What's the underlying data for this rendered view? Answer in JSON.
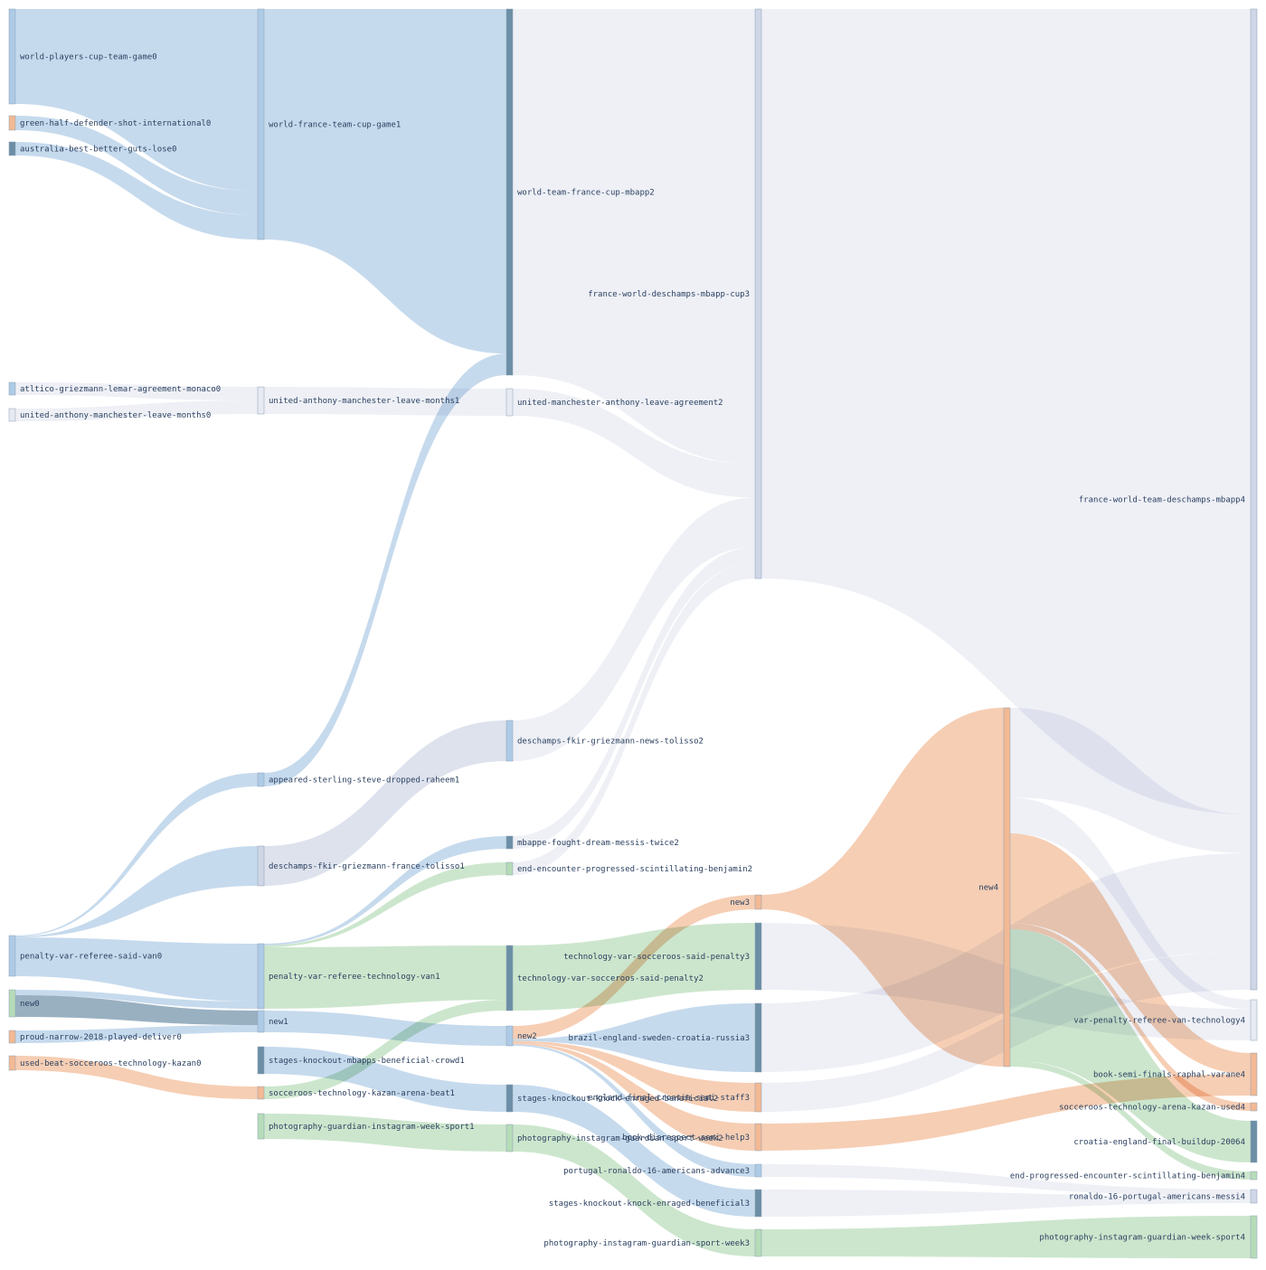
{
  "colors": {
    "blue": "#aecbe6",
    "blue_dark": "#6d8fa6",
    "orange": "#f2b994",
    "green": "#b6dbb8",
    "lavender": "#e7eaf2",
    "slate": "#cfd6e6",
    "label": "#2a3f5f"
  },
  "chart_data": {
    "type": "sankey",
    "nodes": [
      {
        "id": "n0",
        "label": "world-players-cup-team-game0",
        "color": "#aecbe6"
      },
      {
        "id": "n1",
        "label": "green-half-defender-shot-international0",
        "color": "#f2b994"
      },
      {
        "id": "n2",
        "label": "australia-best-better-guts-lose0",
        "color": "#6d8fa6"
      },
      {
        "id": "n3",
        "label": "atltico-griezmann-lemar-agreement-monaco0",
        "color": "#aecbe6"
      },
      {
        "id": "n4",
        "label": "united-anthony-manchester-leave-months0",
        "color": "#e7eaf2"
      },
      {
        "id": "n5",
        "label": "penalty-var-referee-said-van0",
        "color": "#aecbe6"
      },
      {
        "id": "n6",
        "label": "new0",
        "color": "#b6dbb8"
      },
      {
        "id": "n7",
        "label": "proud-narrow-2018-played-deliver0",
        "color": "#f2b994"
      },
      {
        "id": "n8",
        "label": "used-beat-socceroos-technology-kazan0",
        "color": "#f2b994"
      },
      {
        "id": "n9",
        "label": "world-france-team-cup-game1",
        "color": "#aecbe6"
      },
      {
        "id": "n10",
        "label": "united-anthony-manchester-leave-months1",
        "color": "#e7eaf2"
      },
      {
        "id": "n11",
        "label": "appeared-sterling-steve-dropped-raheem1",
        "color": "#aecbe6"
      },
      {
        "id": "n12",
        "label": "deschamps-fkir-griezmann-france-tolisso1",
        "color": "#cfd6e6"
      },
      {
        "id": "n13",
        "label": "penalty-var-referee-technology-van1",
        "color": "#aecbe6"
      },
      {
        "id": "n14",
        "label": "new1",
        "color": "#aecbe6"
      },
      {
        "id": "n15",
        "label": "stages-knockout-mbapps-beneficial-crowd1",
        "color": "#6d8fa6"
      },
      {
        "id": "n16",
        "label": "socceroos-technology-kazan-arena-beat1",
        "color": "#f2b994"
      },
      {
        "id": "n17",
        "label": "photography-guardian-instagram-week-sport1",
        "color": "#b6dbb8"
      },
      {
        "id": "n18",
        "label": "world-team-france-cup-mbapp2",
        "color": "#6d8fa6"
      },
      {
        "id": "n19",
        "label": "united-manchester-anthony-leave-agreement2",
        "color": "#e7eaf2"
      },
      {
        "id": "n20",
        "label": "deschamps-fkir-griezmann-news-tolisso2",
        "color": "#aecbe6"
      },
      {
        "id": "n21",
        "label": "mbappe-fought-dream-messis-twice2",
        "color": "#6d8fa6"
      },
      {
        "id": "n22",
        "label": "end-encounter-progressed-scintillating-benjamin2",
        "color": "#b6dbb8"
      },
      {
        "id": "n23",
        "label": "technology-var-socceroos-said-penalty2",
        "color": "#6d8fa6"
      },
      {
        "id": "n24",
        "label": "new2",
        "color": "#aecbe6"
      },
      {
        "id": "n25",
        "label": "stages-knockout-knock-enraged-beneficial2",
        "color": "#6d8fa6"
      },
      {
        "id": "n26",
        "label": "photography-instagram-guardian-sport-week2",
        "color": "#b6dbb8"
      },
      {
        "id": "n27",
        "label": "france-world-deschamps-mbapp-cup3",
        "color": "#cfd6e6"
      },
      {
        "id": "n28",
        "label": "new3",
        "color": "#f2b994"
      },
      {
        "id": "n29",
        "label": "technology-var-socceroos-said-penalty3",
        "color": "#6d8fa6"
      },
      {
        "id": "n30",
        "label": "brazil-england-sweden-croatia-russia3",
        "color": "#6d8fa6"
      },
      {
        "id": "n31",
        "label": "england-final-croatia-semi-staff3",
        "color": "#f2b994"
      },
      {
        "id": "n32",
        "label": "book-disrespect-semi-help3",
        "color": "#f2b994"
      },
      {
        "id": "n33",
        "label": "portugal-ronaldo-16-americans-advance3",
        "color": "#aecbe6"
      },
      {
        "id": "n34",
        "label": "stages-knockout-knock-enraged-beneficial3",
        "color": "#6d8fa6"
      },
      {
        "id": "n35",
        "label": "photography-instagram-guardian-sport-week3",
        "color": "#b6dbb8"
      },
      {
        "id": "n36",
        "label": "new4",
        "color": "#f2b994"
      },
      {
        "id": "n37",
        "label": "france-world-team-deschamps-mbapp4",
        "color": "#cfd6e6"
      },
      {
        "id": "n38",
        "label": "var-penalty-referee-van-technology4",
        "color": "#e7eaf2"
      },
      {
        "id": "n39",
        "label": "book-semi-finals-raphal-varane4",
        "color": "#f2b994"
      },
      {
        "id": "n40",
        "label": "socceroos-technology-arena-kazan-used4",
        "color": "#f2b994"
      },
      {
        "id": "n41",
        "label": "croatia-england-final-buildup-20064",
        "color": "#6d8fa6"
      },
      {
        "id": "n42",
        "label": "end-progressed-encounter-scintillating-benjamin4",
        "color": "#b6dbb8"
      },
      {
        "id": "n43",
        "label": "ronaldo-16-portugal-americans-messi4",
        "color": "#cfd6e6"
      },
      {
        "id": "n44",
        "label": "photography-instagram-guardian-week-sport4",
        "color": "#b6dbb8"
      }
    ],
    "links": [
      {
        "source": "n0",
        "target": "n9",
        "value": 105,
        "color": "#aecbe6"
      },
      {
        "source": "n1",
        "target": "n9",
        "value": 14,
        "color": "#aecbe6"
      },
      {
        "source": "n2",
        "target": "n9",
        "value": 14,
        "color": "#aecbe6"
      },
      {
        "source": "n3",
        "target": "n10",
        "value": 15,
        "color": "#e7eaf2"
      },
      {
        "source": "n4",
        "target": "n10",
        "value": 15,
        "color": "#e7eaf2"
      },
      {
        "source": "n5",
        "target": "n13",
        "value": 40,
        "color": "#aecbe6"
      },
      {
        "source": "n5",
        "target": "n11",
        "value": 1,
        "color": "#aecbe6"
      },
      {
        "source": "n5",
        "target": "n12",
        "value": 1,
        "color": "#aecbe6"
      },
      {
        "source": "n6",
        "target": "n14",
        "value": 20,
        "color": "#6d8fa6"
      },
      {
        "source": "n6",
        "target": "n13",
        "value": 5,
        "color": "#aecbe6"
      },
      {
        "source": "n7",
        "target": "n14",
        "value": 10,
        "color": "#aecbe6"
      },
      {
        "source": "n8",
        "target": "n16",
        "value": 14,
        "color": "#f2b994"
      },
      {
        "source": "n9",
        "target": "n18",
        "value": 255,
        "color": "#aecbe6"
      },
      {
        "source": "n10",
        "target": "n19",
        "value": 30,
        "color": "#e7eaf2"
      },
      {
        "source": "n11",
        "target": "n18",
        "value": 16,
        "color": "#aecbe6"
      },
      {
        "source": "n12",
        "target": "n20",
        "value": 44,
        "color": "#cfd6e6"
      },
      {
        "source": "n13",
        "target": "n23",
        "value": 70,
        "color": "#b6dbb8"
      },
      {
        "source": "n13",
        "target": "n21",
        "value": 2,
        "color": "#aecbe6"
      },
      {
        "source": "n13",
        "target": "n22",
        "value": 2,
        "color": "#b6dbb8"
      },
      {
        "source": "n14",
        "target": "n24",
        "value": 22,
        "color": "#aecbe6"
      },
      {
        "source": "n15",
        "target": "n25",
        "value": 30,
        "color": "#aecbe6"
      },
      {
        "source": "n16",
        "target": "n23",
        "value": 14,
        "color": "#b6dbb8"
      },
      {
        "source": "n17",
        "target": "n26",
        "value": 28,
        "color": "#b6dbb8"
      },
      {
        "source": "n18",
        "target": "n27",
        "value": 405,
        "color": "#e7eaf2"
      },
      {
        "source": "n19",
        "target": "n27",
        "value": 30,
        "color": "#e7eaf2"
      },
      {
        "source": "n20",
        "target": "n27",
        "value": 44,
        "color": "#e7eaf2"
      },
      {
        "source": "n21",
        "target": "n27",
        "value": 14,
        "color": "#e7eaf2"
      },
      {
        "source": "n22",
        "target": "n27",
        "value": 14,
        "color": "#e7eaf2"
      },
      {
        "source": "n23",
        "target": "n29",
        "value": 70,
        "color": "#b6dbb8"
      },
      {
        "source": "n24",
        "target": "n28",
        "value": 16,
        "color": "#f2b994"
      },
      {
        "source": "n24",
        "target": "n30",
        "value": 2,
        "color": "#aecbe6"
      },
      {
        "source": "n24",
        "target": "n31",
        "value": 2,
        "color": "#f2b994"
      },
      {
        "source": "n24",
        "target": "n32",
        "value": 2,
        "color": "#f2b994"
      },
      {
        "source": "n24",
        "target": "n33",
        "value": 2,
        "color": "#aecbe6"
      },
      {
        "source": "n25",
        "target": "n34",
        "value": 28,
        "color": "#aecbe6"
      },
      {
        "source": "n26",
        "target": "n35",
        "value": 28,
        "color": "#b6dbb8"
      },
      {
        "source": "n27",
        "target": "n37",
        "value": 625,
        "color": "#e7eaf2"
      },
      {
        "source": "n28",
        "target": "n36",
        "value": 16,
        "color": "#f2b994"
      },
      {
        "source": "n29",
        "target": "n38",
        "value": 40,
        "color": "#e7eaf2"
      },
      {
        "source": "n30",
        "target": "n37",
        "value": 76,
        "color": "#e7eaf2"
      },
      {
        "source": "n31",
        "target": "n37",
        "value": 30,
        "color": "#e7eaf2"
      },
      {
        "source": "n32",
        "target": "n39",
        "value": 30,
        "color": "#f2b994"
      },
      {
        "source": "n33",
        "target": "n43",
        "value": 14,
        "color": "#e7eaf2"
      },
      {
        "source": "n34",
        "target": "n43",
        "value": 14,
        "color": "#e7eaf2"
      },
      {
        "source": "n35",
        "target": "n44",
        "value": 30,
        "color": "#b6dbb8"
      },
      {
        "source": "n36",
        "target": "n37",
        "value": 30,
        "color": "#e7eaf2"
      },
      {
        "source": "n36",
        "target": "n38",
        "value": 12,
        "color": "#e7eaf2"
      },
      {
        "source": "n36",
        "target": "n39",
        "value": 30,
        "color": "#f2b994"
      },
      {
        "source": "n36",
        "target": "n40",
        "value": 2,
        "color": "#f2b994"
      },
      {
        "source": "n36",
        "target": "n41",
        "value": 44,
        "color": "#b6dbb8"
      },
      {
        "source": "n36",
        "target": "n42",
        "value": 2,
        "color": "#b6dbb8"
      }
    ]
  }
}
